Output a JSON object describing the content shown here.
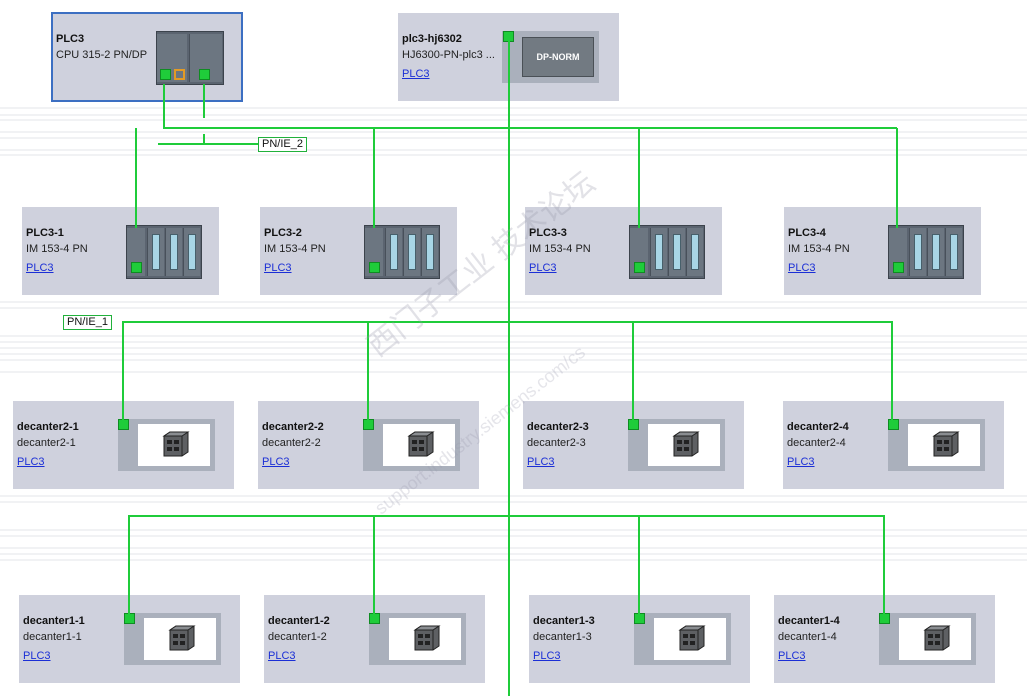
{
  "networks": {
    "pn_ie_2": "PN/IE_2",
    "pn_ie_1": "PN/IE_1"
  },
  "colors": {
    "wire": "#1fcc3a",
    "device_bg": "#cfd1dd",
    "link": "#1b2fd6",
    "selected_border": "#3c6fc2"
  },
  "plc": {
    "name": "PLC3",
    "type": "CPU 315-2 PN/DP"
  },
  "gateway": {
    "name": "plc3-hj6302",
    "type": "HJ6300-PN-plc3 ...",
    "link": "PLC3",
    "module_label": "DP-NORM"
  },
  "im_row": [
    {
      "name": "PLC3-1",
      "type": "IM 153-4 PN",
      "link": "PLC3"
    },
    {
      "name": "PLC3-2",
      "type": "IM 153-4 PN",
      "link": "PLC3"
    },
    {
      "name": "PLC3-3",
      "type": "IM 153-4 PN",
      "link": "PLC3"
    },
    {
      "name": "PLC3-4",
      "type": "IM 153-4 PN",
      "link": "PLC3"
    }
  ],
  "decanter2_row": [
    {
      "name": "decanter2-1",
      "type": "decanter2-1",
      "link": "PLC3"
    },
    {
      "name": "decanter2-2",
      "type": "decanter2-2",
      "link": "PLC3"
    },
    {
      "name": "decanter2-3",
      "type": "decanter2-3",
      "link": "PLC3"
    },
    {
      "name": "decanter2-4",
      "type": "decanter2-4",
      "link": "PLC3"
    }
  ],
  "decanter1_row": [
    {
      "name": "decanter1-1",
      "type": "decanter1-1",
      "link": "PLC3"
    },
    {
      "name": "decanter1-2",
      "type": "decanter1-2",
      "link": "PLC3"
    },
    {
      "name": "decanter1-3",
      "type": "decanter1-3",
      "link": "PLC3"
    },
    {
      "name": "decanter1-4",
      "type": "decanter1-4",
      "link": "PLC3"
    }
  ],
  "watermark": {
    "line1": "西门子工业 技术论坛",
    "line2": "support.industry.siemens.com/cs"
  },
  "icons": {
    "device_icon": "switch-device-icon"
  }
}
